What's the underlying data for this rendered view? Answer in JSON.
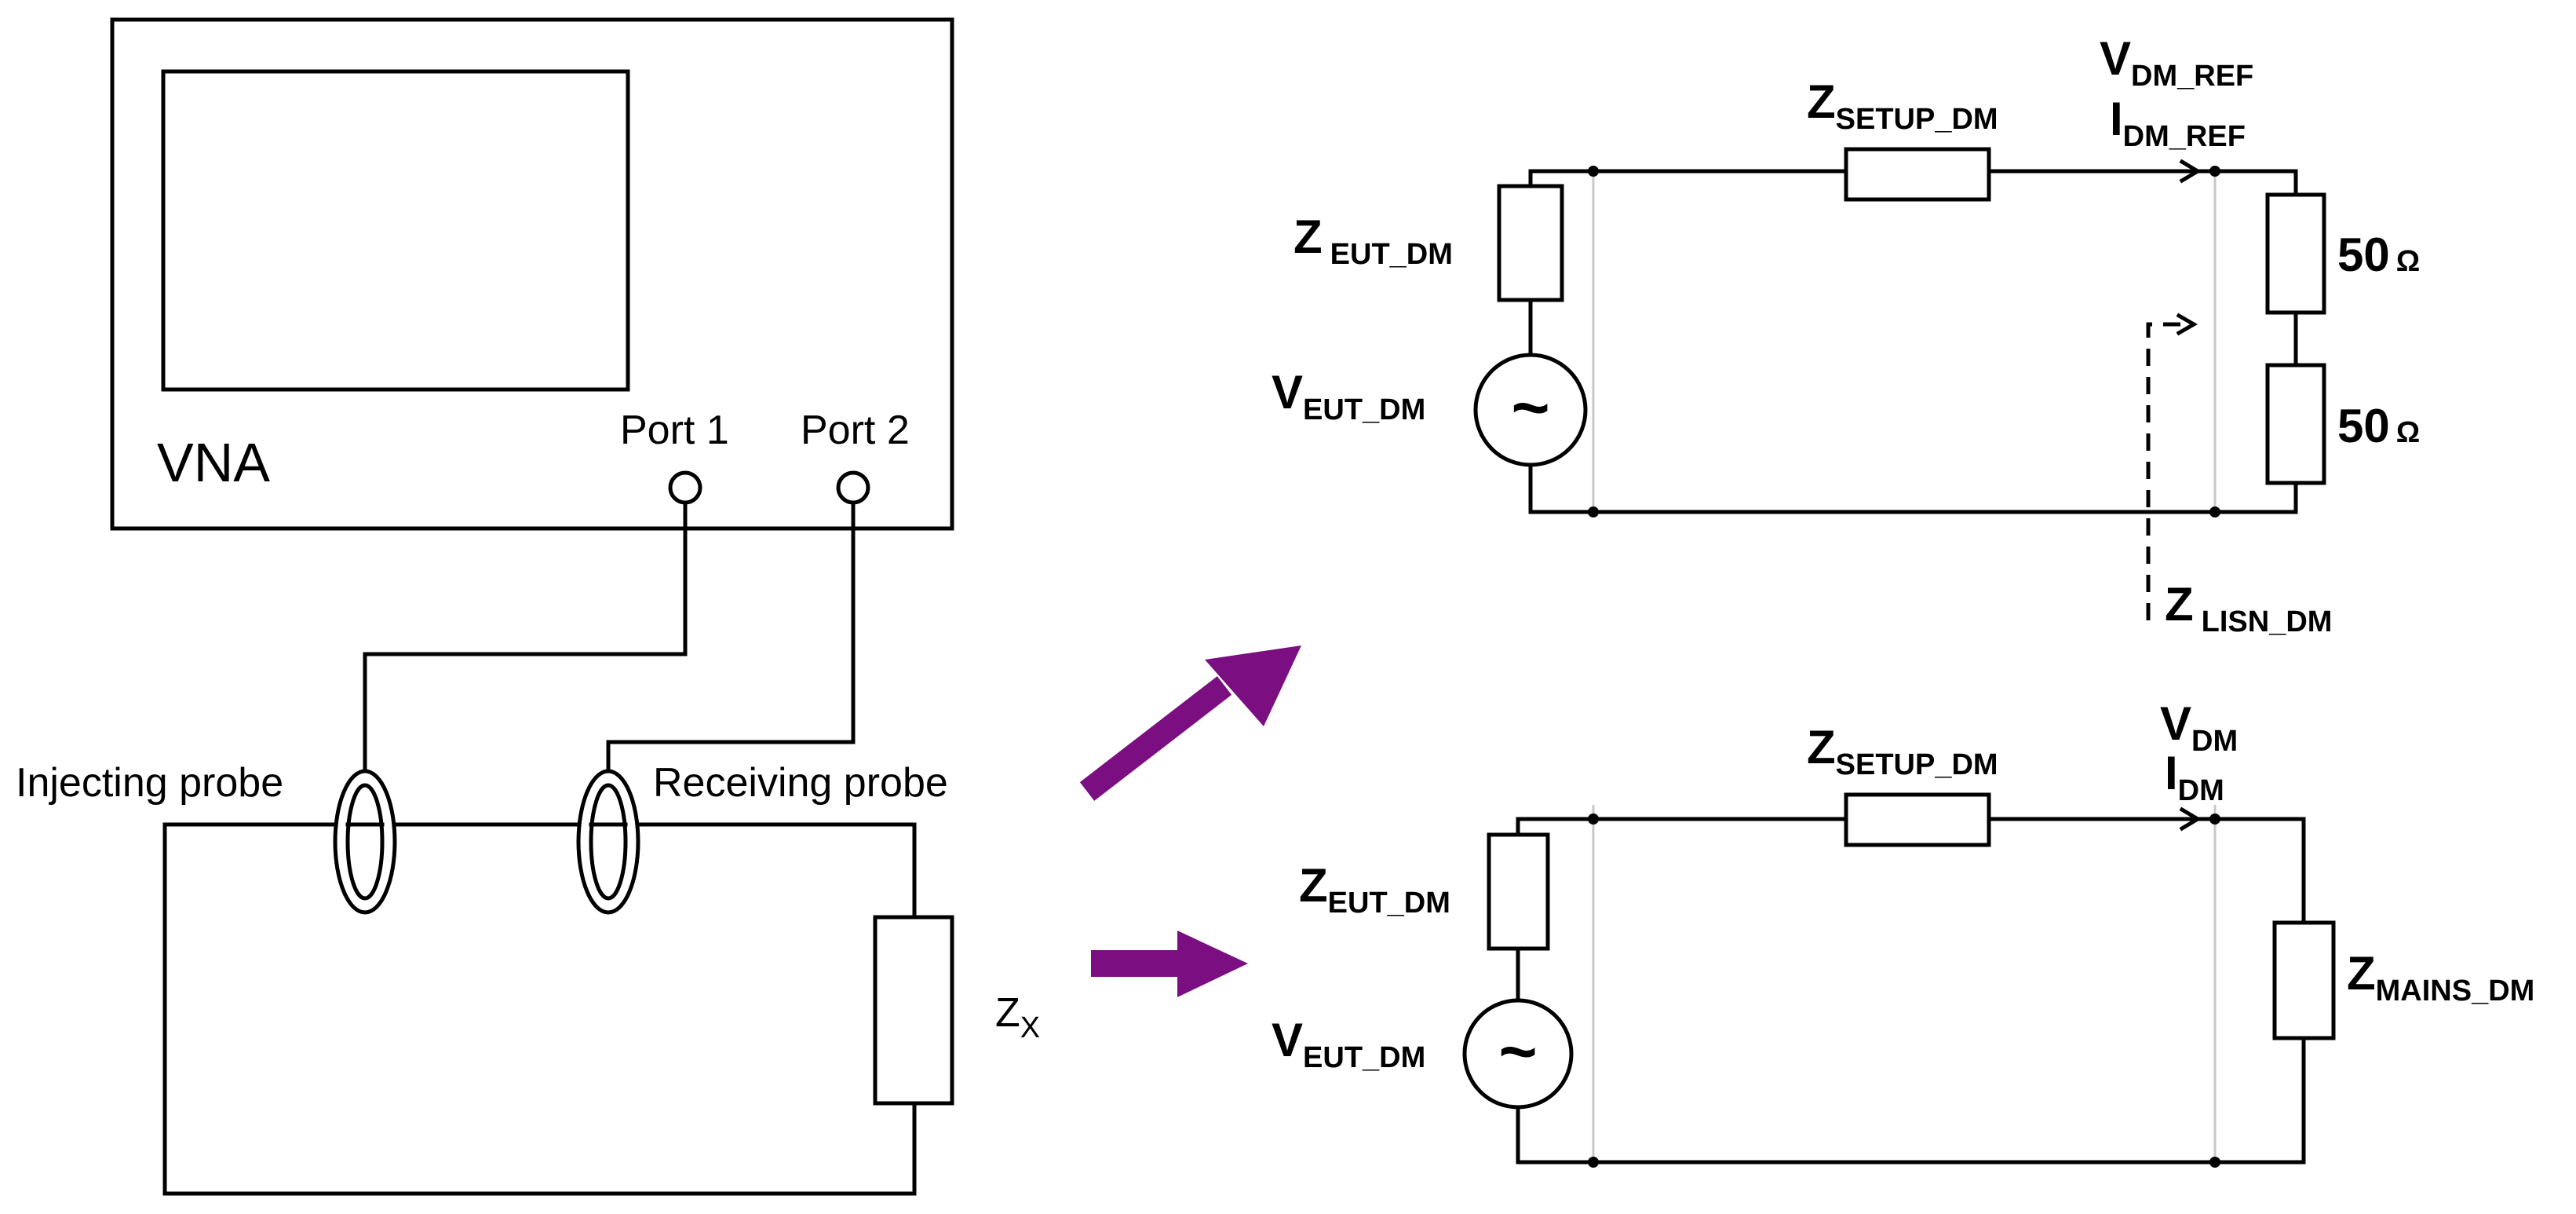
{
  "vna": {
    "label": "VNA",
    "port1": "Port 1",
    "port2": "Port 2"
  },
  "probes": {
    "injecting": "Injecting probe",
    "receiving": "Receiving probe"
  },
  "zx": {
    "main": "Z",
    "sub": "X"
  },
  "top_circuit": {
    "z_setup": {
      "main": "Z",
      "sub": "SETUP_DM"
    },
    "v_ref": {
      "main": "V",
      "sub": "DM_REF"
    },
    "i_ref": {
      "main": "I",
      "sub": "DM_REF"
    },
    "z_eut": {
      "main": "Z",
      "sub": "EUT_DM"
    },
    "v_eut": {
      "main": "V",
      "sub": "EUT_DM"
    },
    "r1": "50",
    "r2": "50",
    "ohm": "Ω",
    "z_lisn": {
      "main": "Z",
      "sub": "LISN_DM"
    }
  },
  "bottom_circuit": {
    "z_setup": {
      "main": "Z",
      "sub": "SETUP_DM"
    },
    "v_dm": {
      "main": "V",
      "sub": "DM"
    },
    "i_dm": {
      "main": "I",
      "sub": "DM"
    },
    "z_eut": {
      "main": "Z",
      "sub": "EUT_DM"
    },
    "v_eut": {
      "main": "V",
      "sub": "EUT_DM"
    },
    "z_mains": {
      "main": "Z",
      "sub": "MAINS_DM"
    }
  },
  "source_symbol": "~",
  "colors": {
    "line": "#000000",
    "arrow": "#7b0f82",
    "guide": "#c8c8c8"
  }
}
